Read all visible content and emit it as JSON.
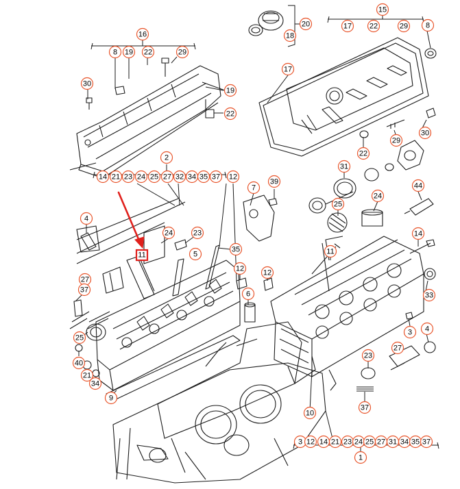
{
  "colors": {
    "line": "#1a1a1a",
    "callout": "#e8542a",
    "highlight": "#e0201c",
    "paper": "#ffffff"
  },
  "callouts": [
    {
      "label": "16"
    },
    {
      "label": "8"
    },
    {
      "label": "22"
    },
    {
      "label": "29"
    },
    {
      "label": "19"
    },
    {
      "label": "30"
    },
    {
      "label": "19"
    },
    {
      "label": "22"
    },
    {
      "label": "20"
    },
    {
      "label": "18"
    },
    {
      "label": "15"
    },
    {
      "label": "17"
    },
    {
      "label": "22"
    },
    {
      "label": "29"
    },
    {
      "label": "8"
    },
    {
      "label": "17"
    },
    {
      "label": "30"
    },
    {
      "label": "29"
    },
    {
      "label": "22"
    },
    {
      "label": "2"
    },
    {
      "label": "14"
    },
    {
      "label": "21"
    },
    {
      "label": "23"
    },
    {
      "label": "24"
    },
    {
      "label": "25"
    },
    {
      "label": "27"
    },
    {
      "label": "32"
    },
    {
      "label": "34"
    },
    {
      "label": "35"
    },
    {
      "label": "37"
    },
    {
      "label": "12"
    },
    {
      "label": "31"
    },
    {
      "label": "7"
    },
    {
      "label": "39"
    },
    {
      "label": "44"
    },
    {
      "label": "25"
    },
    {
      "label": "24"
    },
    {
      "label": "4"
    },
    {
      "label": "24"
    },
    {
      "label": "23"
    },
    {
      "label": "5"
    },
    {
      "label": "35"
    },
    {
      "label": "14"
    },
    {
      "label": "11"
    },
    {
      "label": "27"
    },
    {
      "label": "37"
    },
    {
      "label": "12"
    },
    {
      "label": "12"
    },
    {
      "label": "6"
    },
    {
      "label": "33"
    },
    {
      "label": "25"
    },
    {
      "label": "3"
    },
    {
      "label": "4"
    },
    {
      "label": "40"
    },
    {
      "label": "21"
    },
    {
      "label": "34"
    },
    {
      "label": "27"
    },
    {
      "label": "23"
    },
    {
      "label": "9"
    },
    {
      "label": "37"
    },
    {
      "label": "10"
    },
    {
      "label": "3"
    },
    {
      "label": "12"
    },
    {
      "label": "14"
    },
    {
      "label": "21"
    },
    {
      "label": "23"
    },
    {
      "label": "24"
    },
    {
      "label": "25"
    },
    {
      "label": "27"
    },
    {
      "label": "31"
    },
    {
      "label": "34"
    },
    {
      "label": "35"
    },
    {
      "label": "37"
    },
    {
      "label": "1"
    }
  ],
  "highlight": {
    "label": "11"
  }
}
